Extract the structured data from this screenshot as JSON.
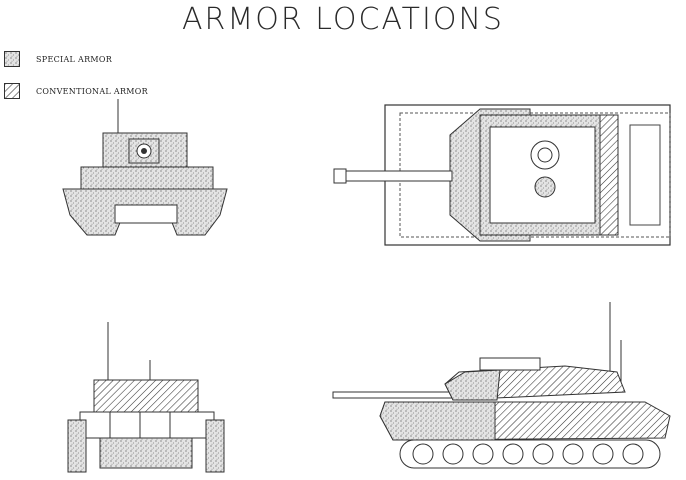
{
  "title": "ARMOR LOCATIONS",
  "legend": [
    {
      "label": "SPECIAL ARMOR",
      "pattern": "stipple"
    },
    {
      "label": "CONVENTIONAL ARMOR",
      "pattern": "hatch"
    }
  ]
}
